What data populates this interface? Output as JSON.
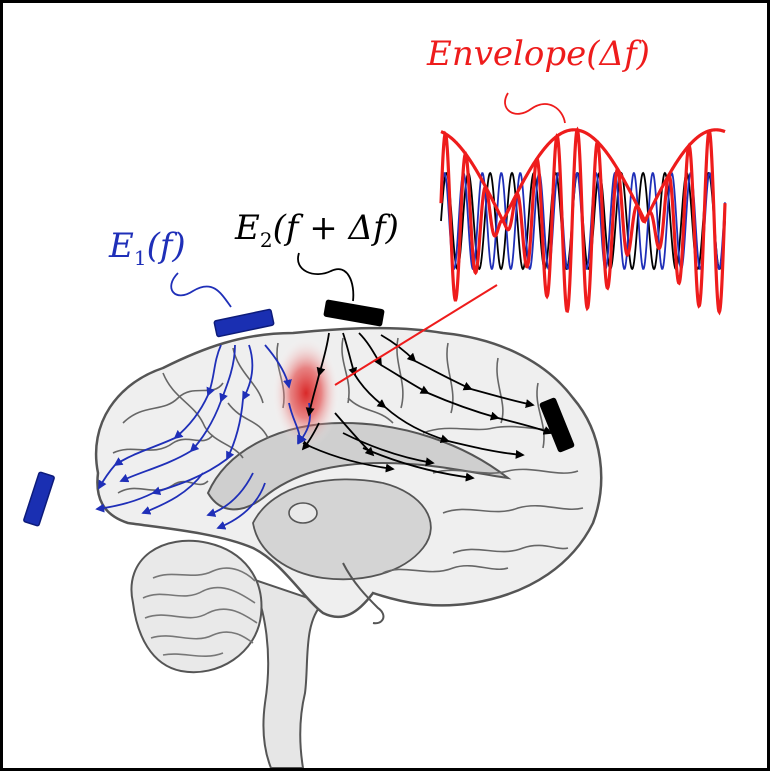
{
  "labels": {
    "e1_main": "E",
    "e1_sub": "1",
    "e1_arg": "(f)",
    "e2_main": "E",
    "e2_sub": "2",
    "e2_arg": "(f + Δf)",
    "envelope": "Envelope(Δf)"
  },
  "colors": {
    "field_1": "#1f2fb8",
    "field_2": "#000000",
    "envelope": "#ee1c1c",
    "focus_glow": "#d81e1e",
    "brain_fill": "#efefef",
    "brain_inner": "#cfcfcf",
    "brain_outline": "#555555",
    "electrode_1": "#1a2fb2",
    "electrode_2": "#000000"
  },
  "icons": {
    "brain": "brain-sagittal-illustration",
    "electrodes": "electrode-pad",
    "waveform": "interference-waveform"
  }
}
